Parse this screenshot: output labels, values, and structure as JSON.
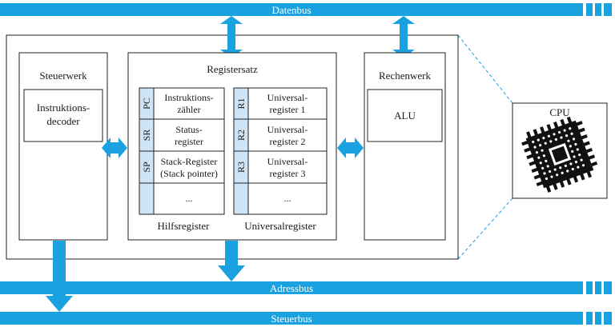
{
  "colors": {
    "bus": "#1aa1e0",
    "register_tag": "#cfe5f5",
    "box_stroke": "#222222",
    "background": "#ffffff"
  },
  "buses": {
    "data": "Datenbus",
    "address": "Adressbus",
    "control": "Steuerbus"
  },
  "steuerwerk": {
    "title": "Steuerwerk",
    "decoder_line1": "Instruktions-",
    "decoder_line2": "decoder"
  },
  "registersatz": {
    "title": "Registersatz",
    "special_registers": [
      {
        "tag": "PC",
        "line1": "Instruktions-",
        "line2": "zähler"
      },
      {
        "tag": "SR",
        "line1": "Status-",
        "line2": "register"
      },
      {
        "tag": "SP",
        "line1": "Stack-Register",
        "line2": "(Stack pointer)"
      },
      {
        "tag": "",
        "line1": "...",
        "line2": ""
      }
    ],
    "general_registers": [
      {
        "tag": "R1",
        "line1": "Universal-",
        "line2": "register 1"
      },
      {
        "tag": "R2",
        "line1": "Universal-",
        "line2": "register 2"
      },
      {
        "tag": "R3",
        "line1": "Universal-",
        "line2": "register 3"
      },
      {
        "tag": "",
        "line1": "...",
        "line2": ""
      }
    ],
    "special_caption": "Hilfsregister",
    "general_caption": "Universalregister"
  },
  "rechenwerk": {
    "title": "Rechenwerk",
    "alu": "ALU"
  },
  "cpu": {
    "label": "CPU",
    "icon": "cpu-chip-icon"
  }
}
